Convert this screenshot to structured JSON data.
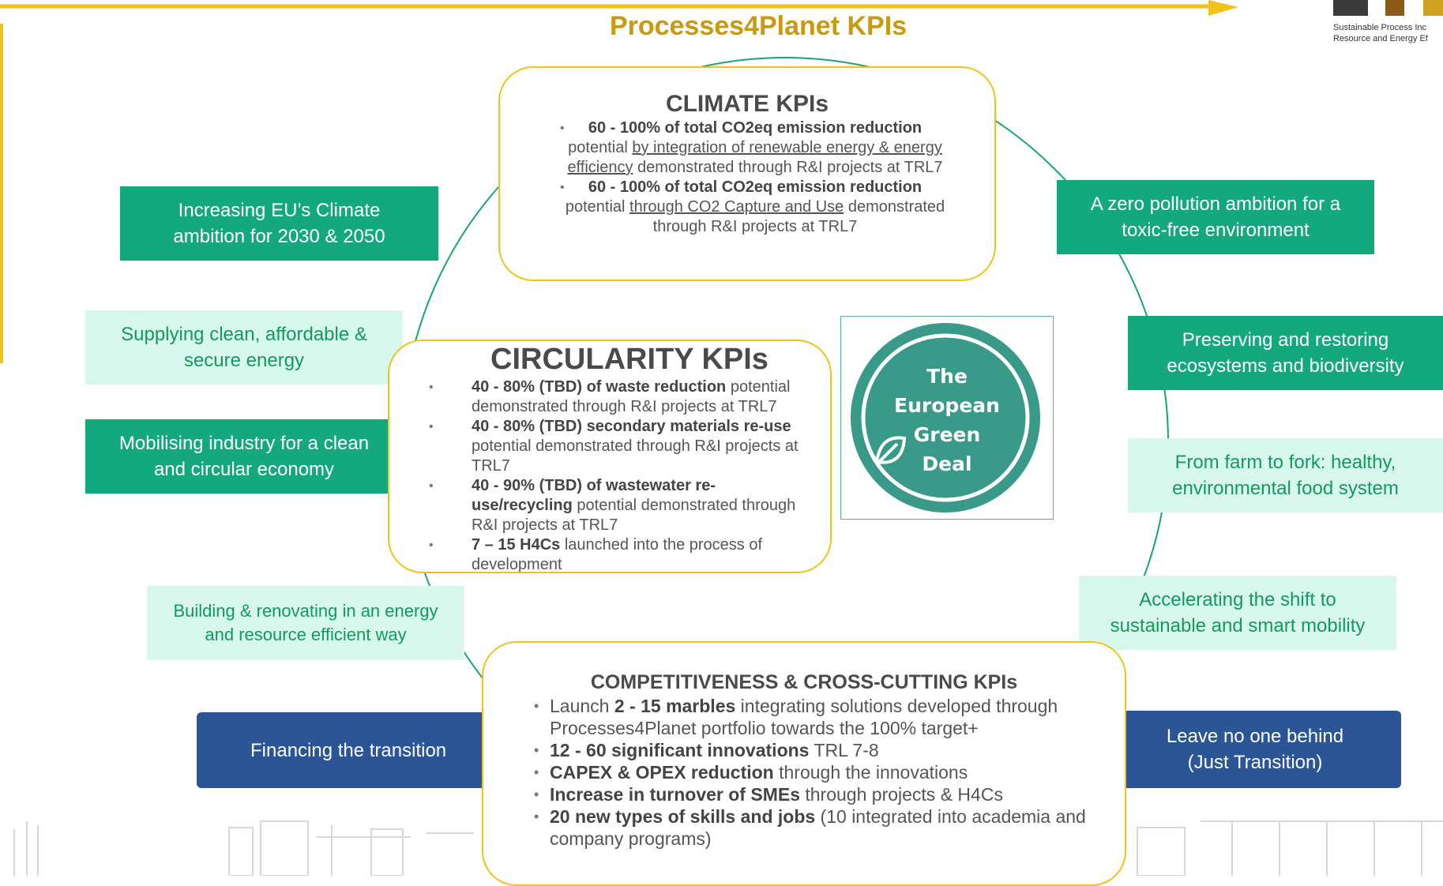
{
  "title": "Processes4Planet KPIs",
  "logo": {
    "line1": "Sustainable Process Inc",
    "line2": "Resource and Energy Ef"
  },
  "colors": {
    "accent_yellow": "#f2c21b",
    "title_gold": "#c9990f",
    "green_dark": "#14a87d",
    "green_light_bg": "#d8f8ee",
    "green_light_text": "#129a5e",
    "blue": "#2c5596",
    "ring_green": "#18a66d"
  },
  "badge": {
    "line1": "The",
    "line2": "European",
    "line3": "Green",
    "line4": "Deal"
  },
  "pills": {
    "climate_ambition": "Increasing EU’s Climate ambition for 2030 & 2050",
    "clean_energy": "Supplying clean, affordable & secure energy",
    "mobilising_industry": "Mobilising industry for a clean and circular economy",
    "building_renovating": "Building & renovating in an energy and resource efficient way",
    "financing": "Financing the transition",
    "zero_pollution": "A zero pollution ambition for a toxic-free environment",
    "ecosystems": "Preserving and restoring ecosystems and biodiversity",
    "farm_to_fork": "From farm to fork: healthy, environmental food system",
    "mobility": "Accelerating the shift to sustainable and smart mobility",
    "no_one_behind_1": "Leave no one behind",
    "no_one_behind_2": "(Just Transition)"
  },
  "climate": {
    "heading": "CLIMATE KPIs",
    "i1_bold": "60 - 100% of total CO2eq  emission reduction",
    "i1_pre": "potential ",
    "i1_link": "by integration of renewable energy & energy efficiency",
    "i1_post": " demonstrated through R&I projects at TRL7",
    "i2_bold": "60 - 100% of total CO2eq emission reduction",
    "i2_pre": "potential  ",
    "i2_link": "through CO2 Capture and Use",
    "i2_post": " demonstrated through R&I projects at TRL7"
  },
  "circularity": {
    "heading": "CIRCULARITY KPIs",
    "i1_bold": "40 - 80% (TBD) of waste reduction",
    "i1_rest": " potential demonstrated through R&I projects at TRL7",
    "i2_bold": "40 - 80% (TBD) secondary materials re-use",
    "i2_rest": " potential  demonstrated through R&I projects at TRL7",
    "i3_bold": "40 - 90% (TBD) of wastewater re-use/recycling",
    "i3_rest": " potential demonstrated through R&I projects at TRL7",
    "i4_bold": "7 – 15 H4Cs",
    "i4_rest": " launched into the process of development"
  },
  "competitiveness": {
    "heading": "COMPETITIVENESS & CROSS-CUTTING KPIs",
    "i1_pre": "Launch ",
    "i1_bold": "2 - 15 marbles",
    "i1_rest": " integrating solutions developed through Processes4Planet portfolio towards the 100% target+",
    "i2_bold": "12 - 60 significant innovations",
    "i2_rest": " TRL 7-8",
    "i3_bold": "CAPEX & OPEX reduction",
    "i3_rest": " through the innovations",
    "i4_bold": "Increase in turnover of SMEs",
    "i4_rest": " through projects & H4Cs",
    "i5_bold": "20 new types of skills and jobs",
    "i5_rest": " (10 integrated into academia and company programs)"
  }
}
